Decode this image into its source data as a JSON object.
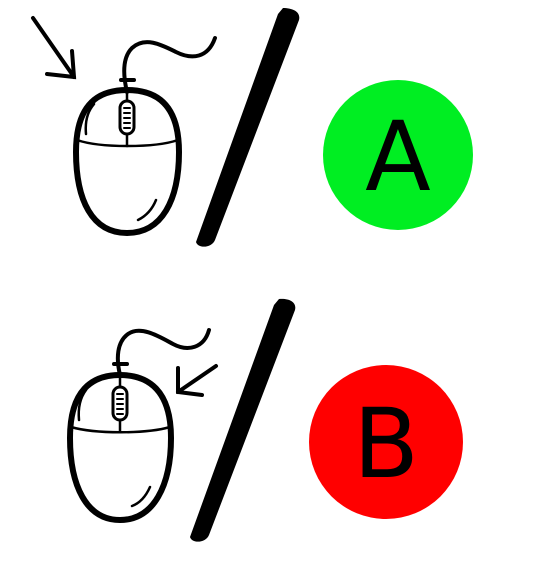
{
  "option_a": {
    "letter": "A",
    "color": "#00ee22",
    "mouse_button": "left",
    "icons": [
      "mouse-icon",
      "arrow-pointing-left-button-icon",
      "slash-divider"
    ]
  },
  "option_b": {
    "letter": "B",
    "color": "#ff0000",
    "mouse_button": "right",
    "icons": [
      "mouse-icon",
      "arrow-pointing-right-button-icon",
      "slash-divider"
    ]
  }
}
